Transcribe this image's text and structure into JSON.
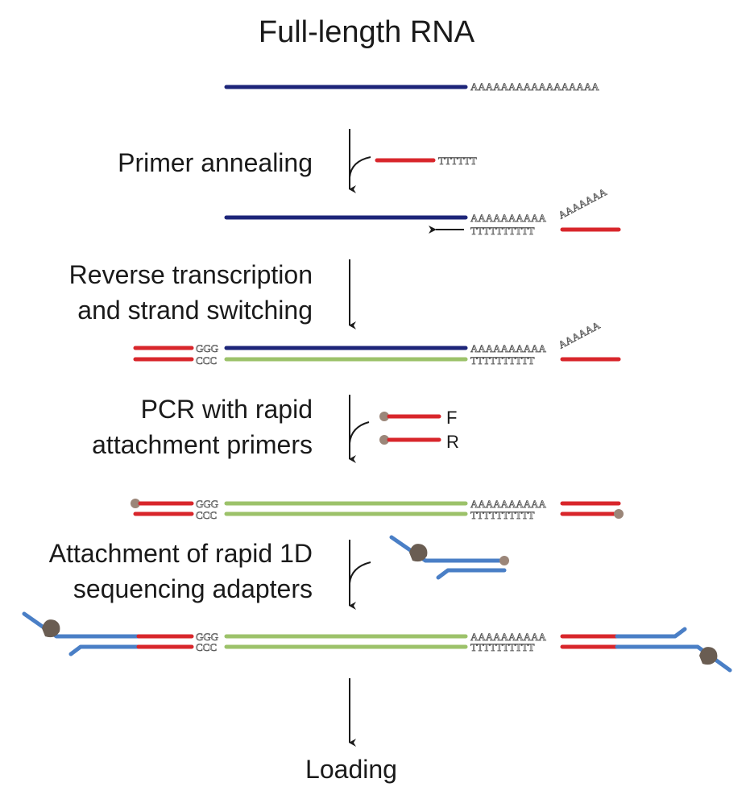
{
  "title": "Full-length RNA",
  "steps": [
    {
      "label_lines": [
        "Primer annealing"
      ]
    },
    {
      "label_lines": [
        "Reverse transcription",
        "and strand switching"
      ]
    },
    {
      "label_lines": [
        "PCR with rapid",
        "attachment primers"
      ]
    },
    {
      "label_lines": [
        "Attachment of rapid 1D",
        "sequencing adapters"
      ]
    }
  ],
  "final": "Loading",
  "seq": {
    "polyA_long": "AAAAAAAAAAAAAAAAA",
    "oligoT_primer": "TTTTTT",
    "polyA_paired": "AAAAAAAAAA",
    "polyA_tail": "AAAAAAA",
    "polyA_tail_short": "AAAAAA",
    "oligoT_paired": "TTTTTTTTTT",
    "ggg": "GGG",
    "ccc": "CCC"
  },
  "primers": {
    "forward": "F",
    "reverse": "R"
  },
  "colors": {
    "rna": "#1d2579",
    "primer": "#d8262b",
    "cdna": "#9cc26a",
    "adapter": "#4a7fc6",
    "bead": "#9b8679",
    "motor_protein": "#6a5d52"
  }
}
